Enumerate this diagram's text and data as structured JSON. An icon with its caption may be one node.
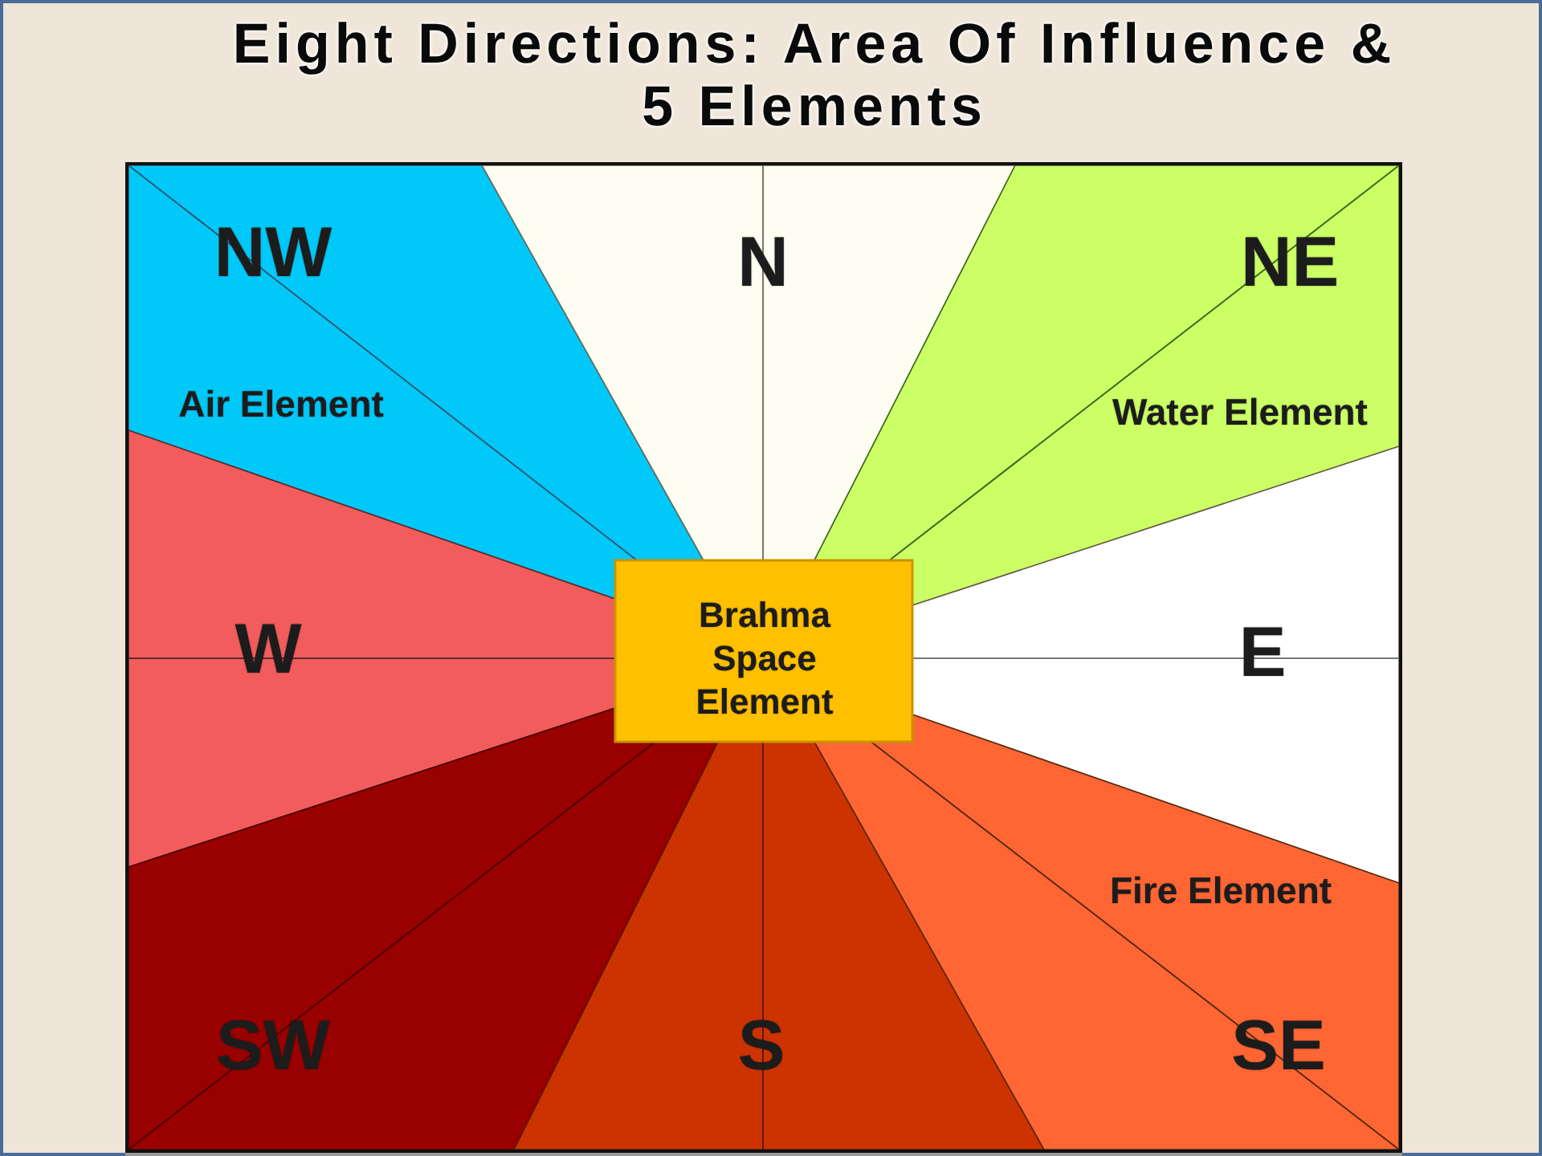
{
  "diagram": {
    "title": "Eight Directions: Area Of Influence & 5 Elements",
    "nodes": [
      {
        "text": [
          "NW",
          "Air Element"
        ]
      },
      {
        "text": [
          "N"
        ]
      },
      {
        "text": [
          "NE",
          "Water Element"
        ]
      },
      {
        "text": [
          "W"
        ]
      },
      {
        "text": [
          "Brahma Space Element"
        ]
      },
      {
        "text": [
          "E"
        ]
      },
      {
        "text": [
          "SW"
        ]
      },
      {
        "text": [
          "S"
        ]
      },
      {
        "text": [
          "Fire Element",
          "SE"
        ]
      }
    ]
  }
}
